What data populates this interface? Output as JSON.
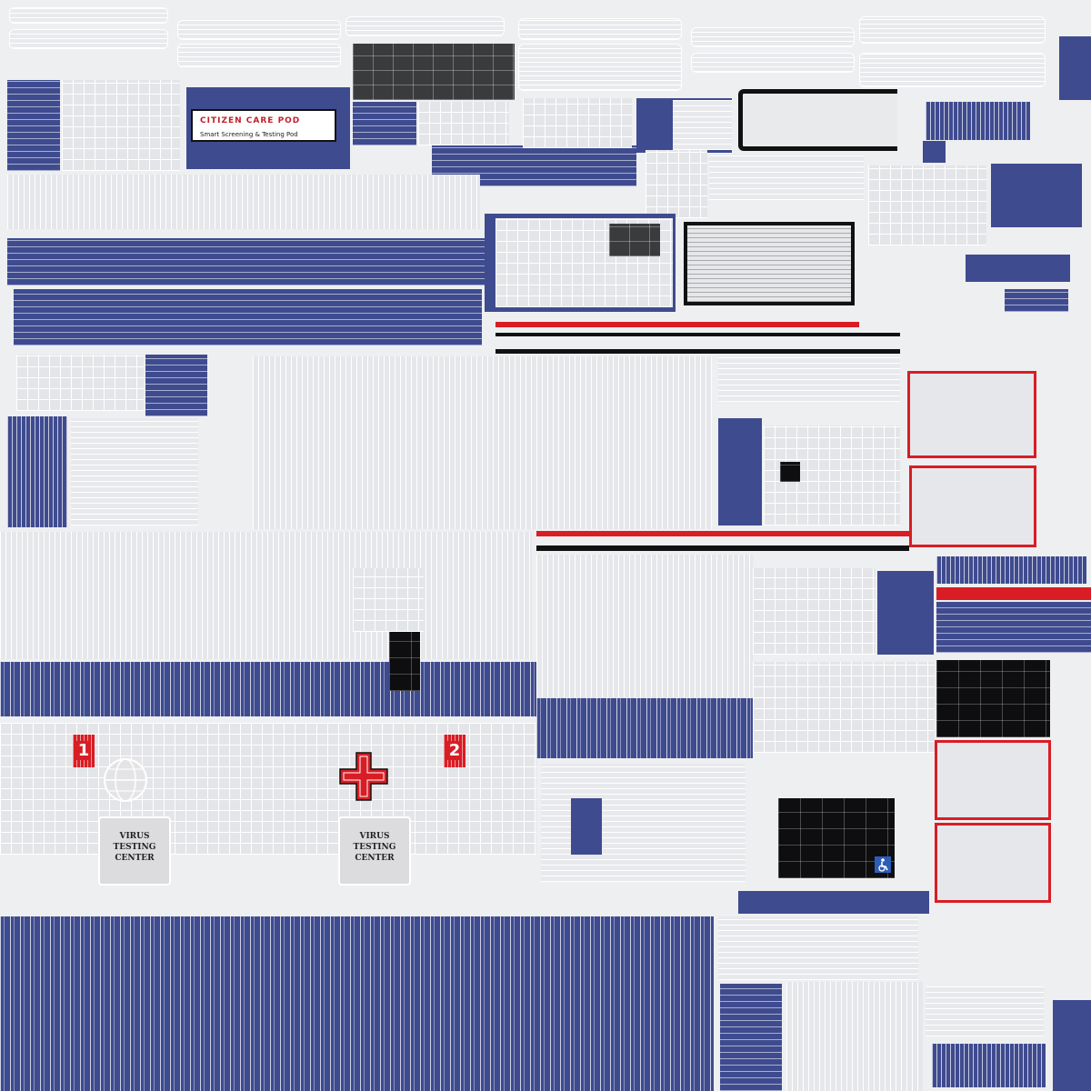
{
  "sign": {
    "title": "CITIZEN CARE POD",
    "subtitle": "Smart Screening & Testing Pod"
  },
  "testing_centers": [
    {
      "label": "VIRUS\nTESTING\nCENTER",
      "number": "1"
    },
    {
      "label": "VIRUS\nTESTING\nCENTER",
      "number": "2"
    }
  ],
  "colors": {
    "navy": "#3f4b8f",
    "red": "#d81d25",
    "black": "#0e0e10",
    "light_grey": "#eeeff1"
  },
  "icons": [
    "globe-icon",
    "accessibility-icon",
    "medical-cross-icon"
  ]
}
